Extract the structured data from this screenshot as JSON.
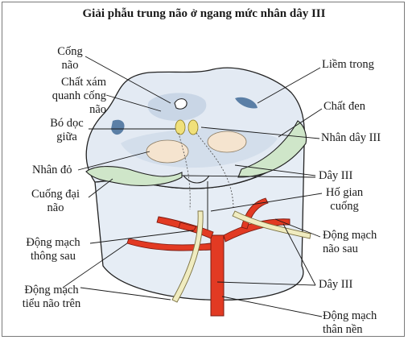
{
  "title": "Giải phẫu trung não ở ngang mức nhân dây III",
  "labels": {
    "cong_nao_1": "Cống",
    "cong_nao_2": "não",
    "chat_xam_1": "Chất xám",
    "chat_xam_2": "quanh cống",
    "chat_xam_3": "não",
    "bo_doc_1": "Bó dọc",
    "bo_doc_2": "giữa",
    "nhan_do": "Nhân đỏ",
    "cuong_dai_nao_1": "Cuống đại",
    "cuong_dai_nao_2": "não",
    "dm_thong_sau_1": "Động mạch",
    "dm_thong_sau_2": "thông sau",
    "dm_tieu_nao_tren_1": "Động mạch",
    "dm_tieu_nao_tren_2": "tiểu não trên",
    "liem_trong": "Liềm trong",
    "chat_den": "Chất đen",
    "nhan_day_iii": "Nhân dây III",
    "day_iii_top": "Dây III",
    "ho_gian_cuong_1": "Hố gian",
    "ho_gian_cuong_2": "cuống",
    "dm_nao_sau_1": "Động mạch",
    "dm_nao_sau_2": "não sau",
    "day_iii_bottom": "Dây III",
    "dm_than_nen_1": "Động mạch",
    "dm_than_nen_2": "thân nền"
  },
  "colors": {
    "brainstem_side": "#e6edf5",
    "top_surface": "#e3eaf3",
    "gray_matter": "#c9d6e6",
    "medial_lemniscus": "#5b7fa6",
    "substantia_nigra": "#cfe6c9",
    "red_nucleus": "#f5e4cf",
    "oculomotor_nucleus": "#f0e07a",
    "artery": "#e23a23",
    "nerve": "#f0ecc0",
    "leader_line": "#1a1a1a"
  }
}
